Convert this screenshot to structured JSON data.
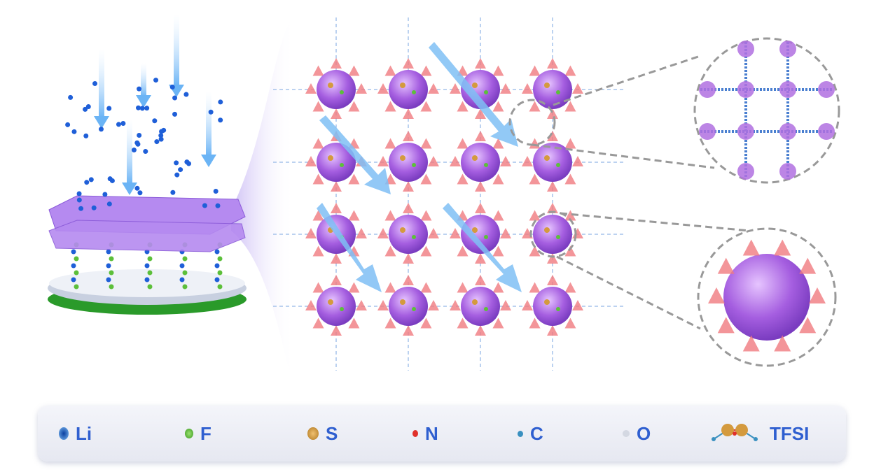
{
  "legend": {
    "items": [
      {
        "label": "Li",
        "color": "#1f5fd8"
      },
      {
        "label": "F",
        "color": "#5cbf3a"
      },
      {
        "label": "S",
        "color": "#d49a3e"
      },
      {
        "label": "N",
        "color": "#e0302a"
      },
      {
        "label": "C",
        "color": "#3aa0d0"
      },
      {
        "label": "O",
        "color": "#d4d8e2"
      },
      {
        "label": "TFSI",
        "color": "#d49a3e"
      }
    ]
  },
  "colors": {
    "sphere": "#a05ae0",
    "tetra": "#f07a80",
    "arrow": "#7fbff5",
    "label": "#2f5fd0"
  }
}
